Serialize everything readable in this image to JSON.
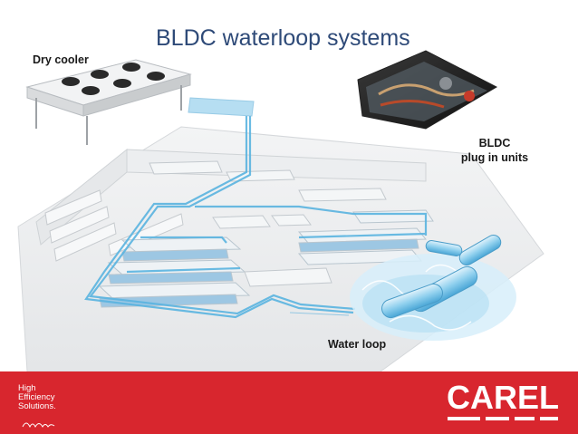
{
  "slide": {
    "title": "BLDC waterloop systems"
  },
  "labels": {
    "dry_cooler": "Dry cooler",
    "bldc_line1": "BLDC",
    "bldc_line2": "plug in units",
    "water_loop": "Water loop"
  },
  "footer": {
    "tagline": [
      "High",
      "Efficiency",
      "Solutions."
    ],
    "brand": "CAREL"
  },
  "colors": {
    "title": "#2e4a78",
    "footer_red": "#d8262e",
    "pipe_blue": "#5ab4e0"
  }
}
